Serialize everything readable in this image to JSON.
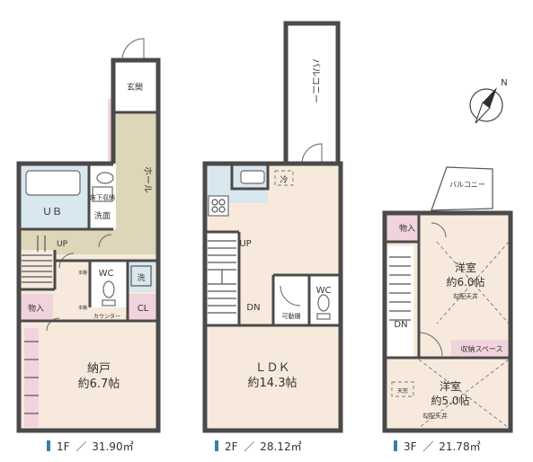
{
  "colors": {
    "wall": "#4a4a4a",
    "hall": "#ddd6b8",
    "room": "#f7eadc",
    "bath": "#d9e7ee",
    "pink": "#f1d3de",
    "floor_bar": "#3a7ea6"
  },
  "compass": {
    "label": "N",
    "icon": "north-arrow-icon"
  },
  "floors": [
    {
      "summary": {
        "level": "1F",
        "sep": "／",
        "area": "31.90㎡"
      },
      "rooms": {
        "entrance": "玄関",
        "hall": "ホール",
        "bath": "ＵＢ",
        "underfloor_storage": "床下収納",
        "washroom": "洗面",
        "up": "UP",
        "toilet": "WC",
        "wash_space": "洗",
        "shelf_a": "本棚",
        "shelf_b": "本棚",
        "counter": "カウンター",
        "storage_in": "物入",
        "closet": "CL",
        "storeroom": "納戸",
        "storeroom_size": "約6.7帖"
      }
    },
    {
      "summary": {
        "level": "2F",
        "sep": "／",
        "area": "28.12㎡"
      },
      "rooms": {
        "balcony": "バルコニー",
        "fridge": "冷",
        "up": "UP",
        "dn": "DN",
        "toilet": "WC",
        "movable_shelf": "可動棚",
        "ldk": "ＬＤＫ",
        "ldk_size": "約14.3帖"
      }
    },
    {
      "summary": {
        "level": "3F",
        "sep": "／",
        "area": "21.78㎡"
      },
      "rooms": {
        "balcony": "バルコニー",
        "storage_in": "物入",
        "western_a": "洋室",
        "western_a_size": "約6.0帖",
        "ceiling_a": "勾配天井",
        "dn": "DN",
        "storage_space": "収納スペース",
        "skylight": "天窓",
        "western_b": "洋室",
        "western_b_size": "約5.0帖",
        "ceiling_b": "勾配天井"
      }
    }
  ]
}
